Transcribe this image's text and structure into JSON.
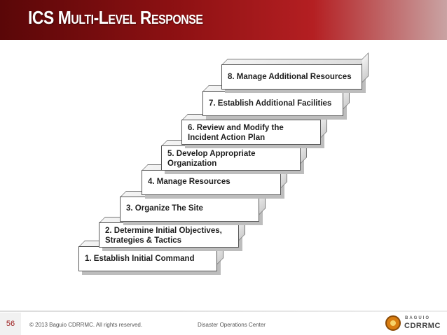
{
  "header": {
    "title": "ICS Multi-Level Response"
  },
  "steps": [
    {
      "label": "1.  Establish Initial Command"
    },
    {
      "label": "2.  Determine Initial Objectives,\n     Strategies & Tactics"
    },
    {
      "label": "3.  Organize The Site"
    },
    {
      "label": "4.  Manage Resources"
    },
    {
      "label": "5.  Develop Appropriate\n     Organization"
    },
    {
      "label": "6.  Review and Modify the\n     Incident Action Plan"
    },
    {
      "label": "7.  Establish Additional Facilities"
    },
    {
      "label": "8.  Manage Additional Resources"
    }
  ],
  "footer": {
    "slide_number": "56",
    "copyright": "© 2013 Baguio CDRRMC. All rights reserved.",
    "center_text": "Disaster Operations Center",
    "logo_top": "BAGUIO",
    "logo_main": "CDRRMC"
  }
}
